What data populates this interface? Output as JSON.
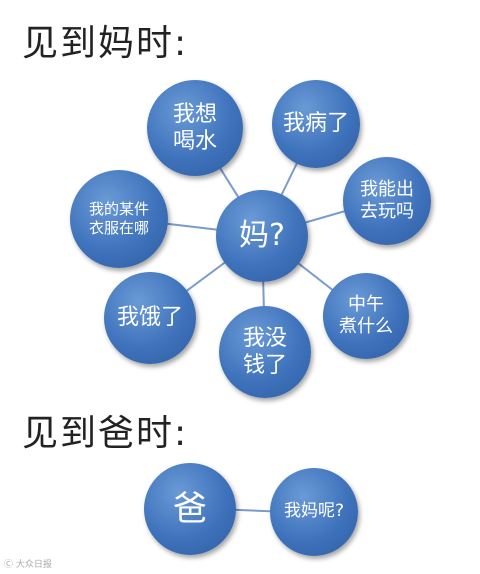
{
  "headings": {
    "mom": "见到妈时:",
    "dad": "见到爸时:"
  },
  "mom_center": "妈?",
  "mom_bubbles": [
    "我想\n喝水",
    "我病了",
    "我能出\n去玩吗",
    "中午\n煮什么",
    "我没\n钱了",
    "我饿了",
    "我的某件\n衣服在哪"
  ],
  "dad_center": "爸",
  "dad_bubble": "我妈呢?",
  "watermark": "Ⓒ 大众日报",
  "colors": {
    "bubble": "#3e72bb",
    "link": "#7a9ccc"
  }
}
